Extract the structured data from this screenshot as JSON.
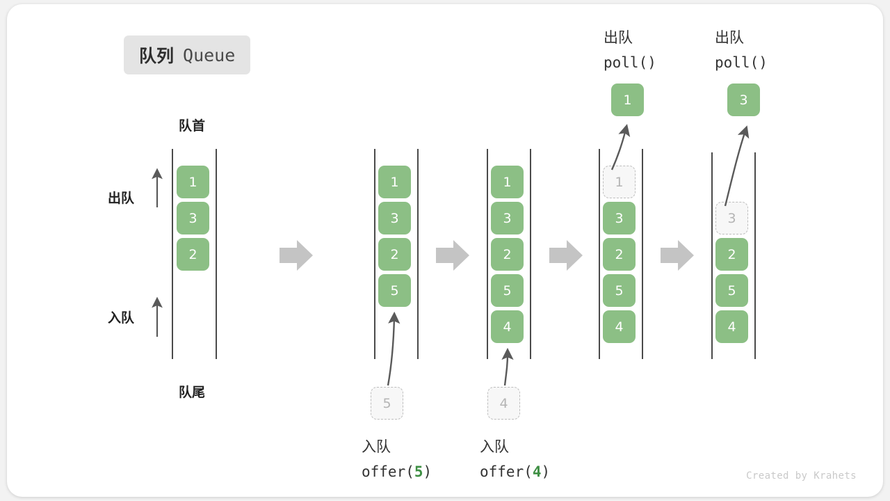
{
  "title": {
    "cn": "队列",
    "en": "Queue"
  },
  "labels": {
    "front": "队首",
    "back": "队尾",
    "dequeue_side": "出队",
    "enqueue_side": "入队"
  },
  "colors": {
    "element": "#8cbf85",
    "ghost_fill": "#f7f7f7",
    "ghost_border": "#bdbdbd",
    "ghost_text": "#b4b4b4",
    "rail": "#4a4a4a",
    "arrow": "#5a5a5a",
    "step_arrow": "#c4c4c4",
    "accent_green": "#3f8f44",
    "badge_bg": "#e4e4e4",
    "text": "#333333",
    "credit": "#c9c9c9"
  },
  "steps": [
    {
      "id": "initial",
      "header": null,
      "caption": null,
      "items": [
        "1",
        "3",
        "2"
      ],
      "ghost_index": null,
      "popped": null,
      "incoming": null
    },
    {
      "id": "offer-5",
      "header": null,
      "caption": {
        "cn": "入队",
        "call": "offer(",
        "arg": "5",
        "close": ")"
      },
      "items": [
        "1",
        "3",
        "2",
        "5"
      ],
      "ghost_index": null,
      "popped": null,
      "incoming": "5"
    },
    {
      "id": "offer-4",
      "header": null,
      "caption": {
        "cn": "入队",
        "call": "offer(",
        "arg": "4",
        "close": ")"
      },
      "items": [
        "1",
        "3",
        "2",
        "5",
        "4"
      ],
      "ghost_index": null,
      "popped": null,
      "incoming": "4"
    },
    {
      "id": "poll-1",
      "header": {
        "cn": "出队",
        "call": "poll()"
      },
      "caption": null,
      "items": [
        "1",
        "3",
        "2",
        "5",
        "4"
      ],
      "ghost_index": 0,
      "popped": "1",
      "incoming": null
    },
    {
      "id": "poll-3",
      "header": {
        "cn": "出队",
        "call": "poll()"
      },
      "caption": null,
      "items": [
        "3",
        "2",
        "5",
        "4"
      ],
      "ghost_index": 0,
      "popped": "3",
      "incoming": null
    }
  ],
  "credit": "Created by Krahets"
}
